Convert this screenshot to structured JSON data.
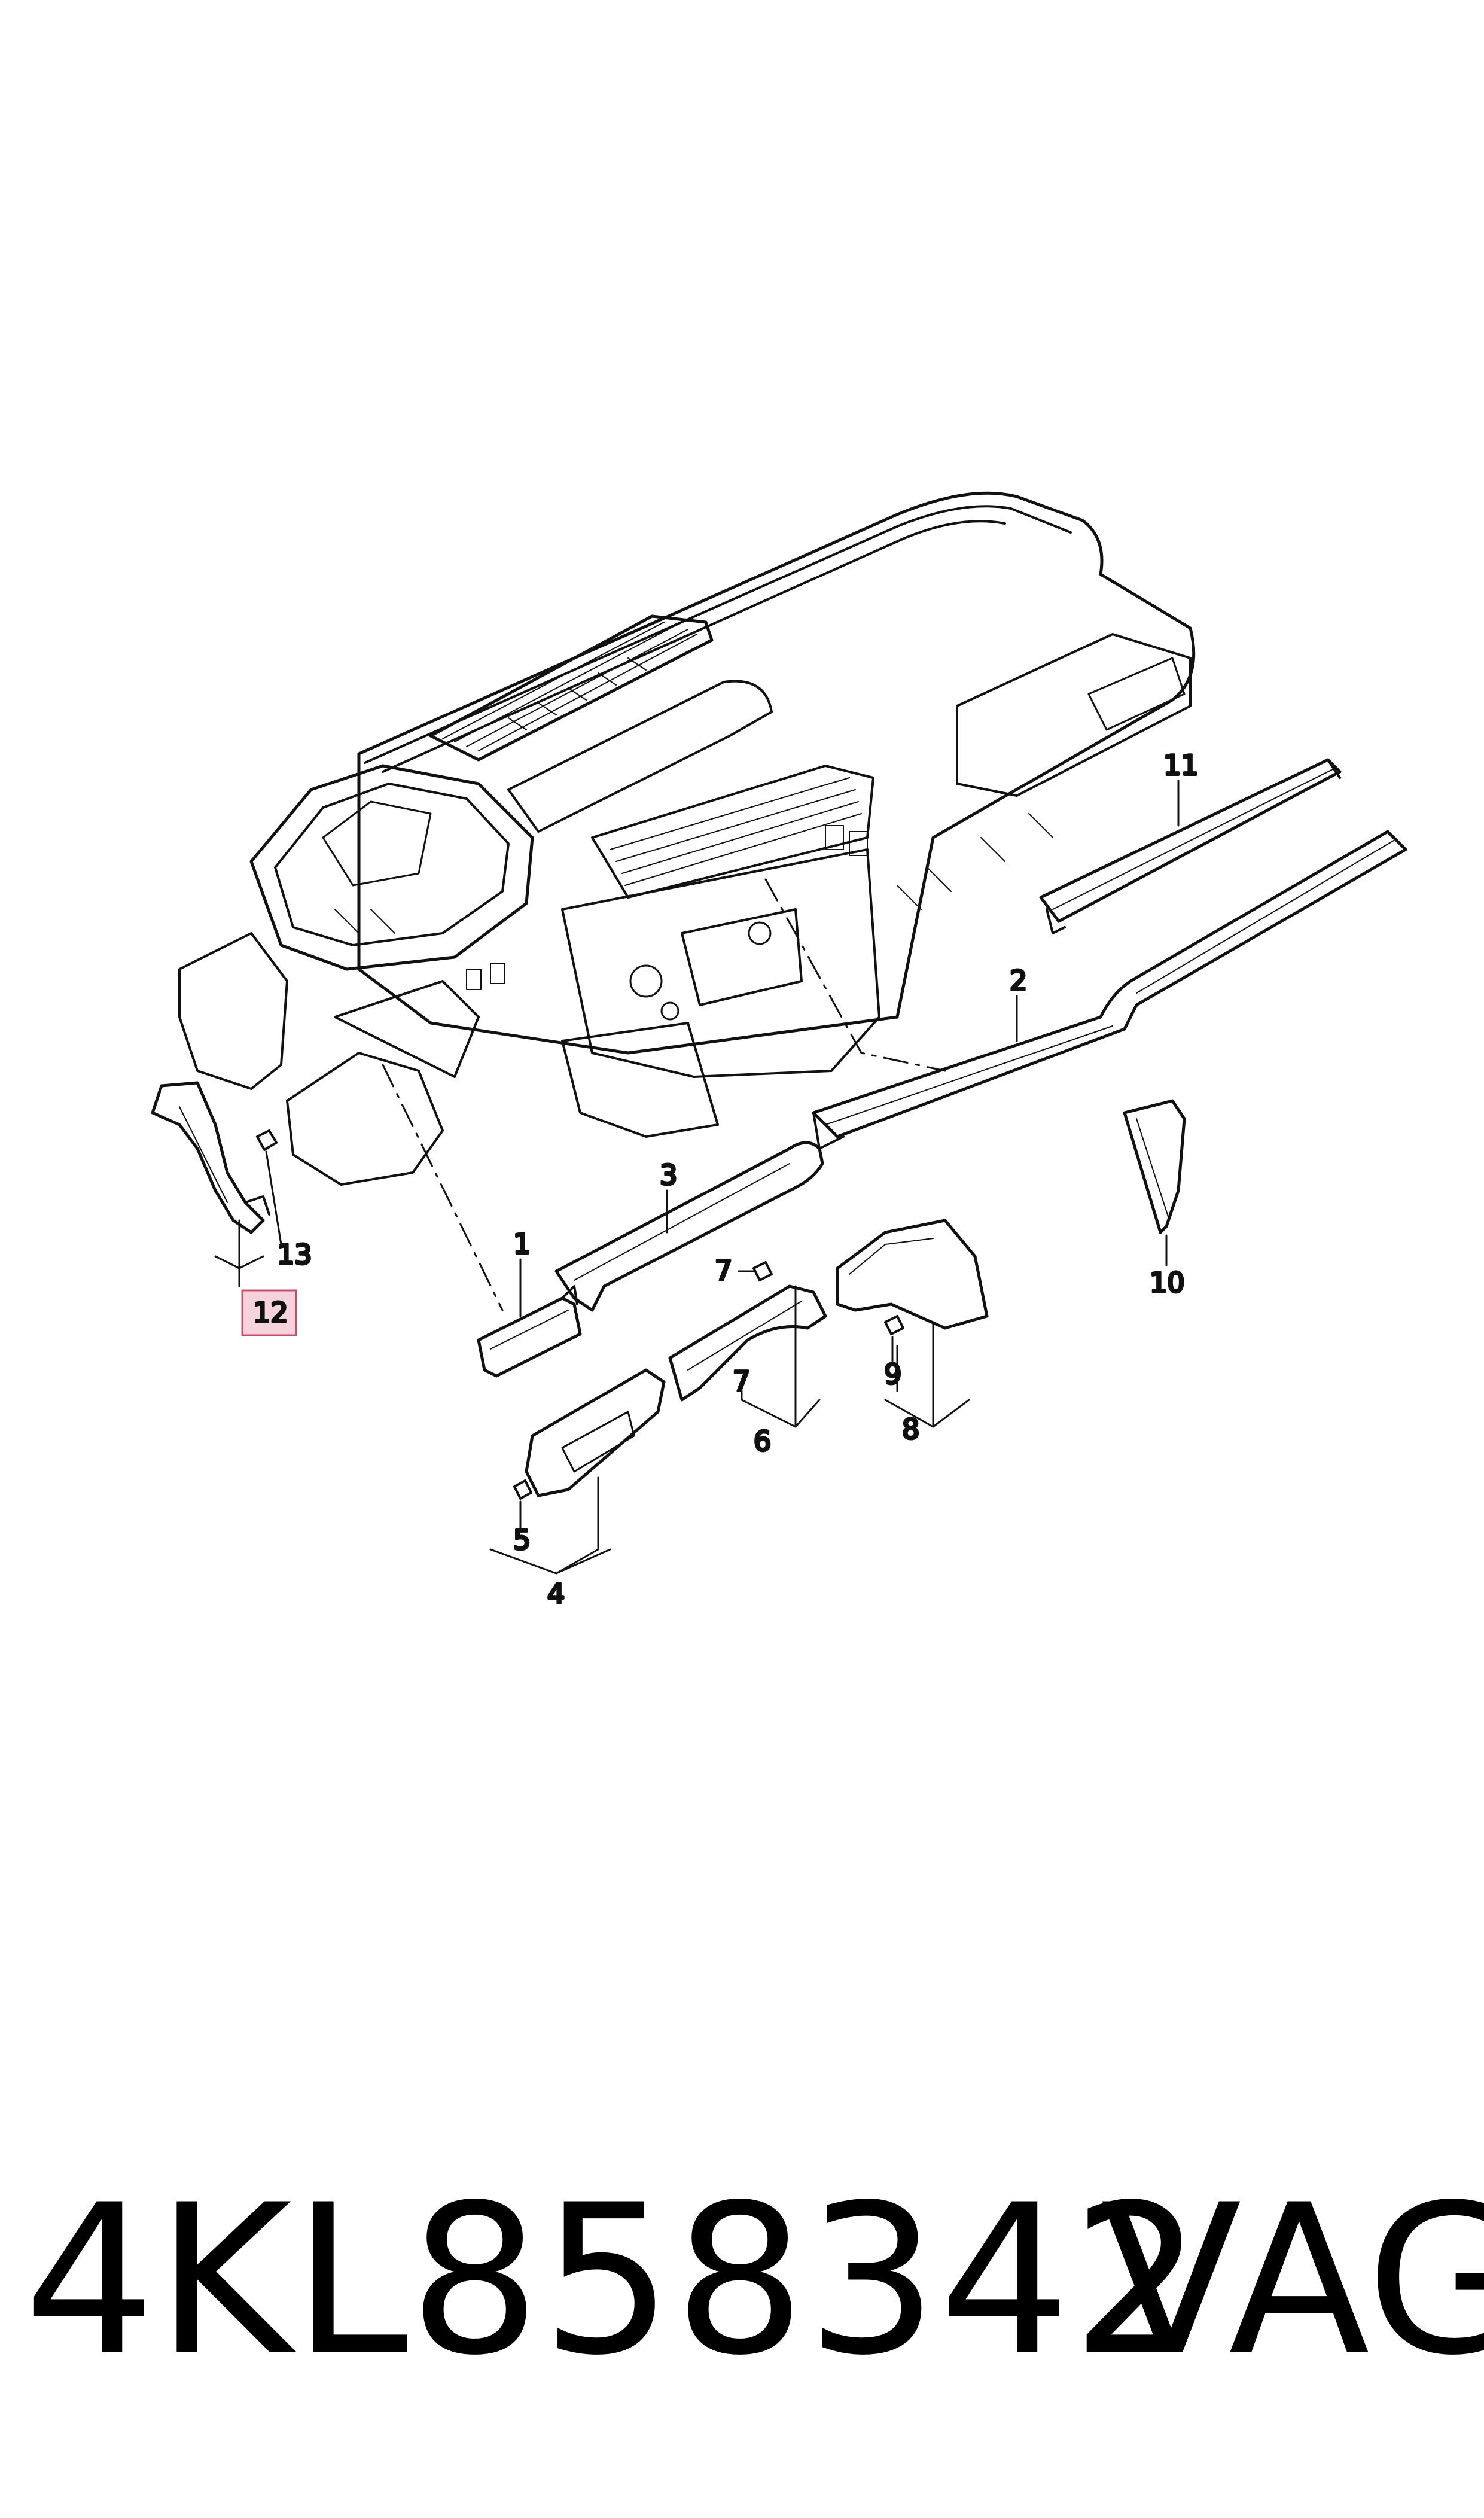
{
  "diagram": {
    "callouts": {
      "c1": "1",
      "c2": "2",
      "c3": "3",
      "c4": "4",
      "c5": "5",
      "c6": "6",
      "c7a": "7",
      "c7b": "7",
      "c8": "8",
      "c9": "9",
      "c10": "10",
      "c11": "11",
      "c12": "12",
      "c13": "13"
    },
    "highlight_color": "#f6d3dc",
    "highlight_border": "#c0506a"
  },
  "footer": {
    "part_number": "4KL858342",
    "brand": "VAG"
  }
}
